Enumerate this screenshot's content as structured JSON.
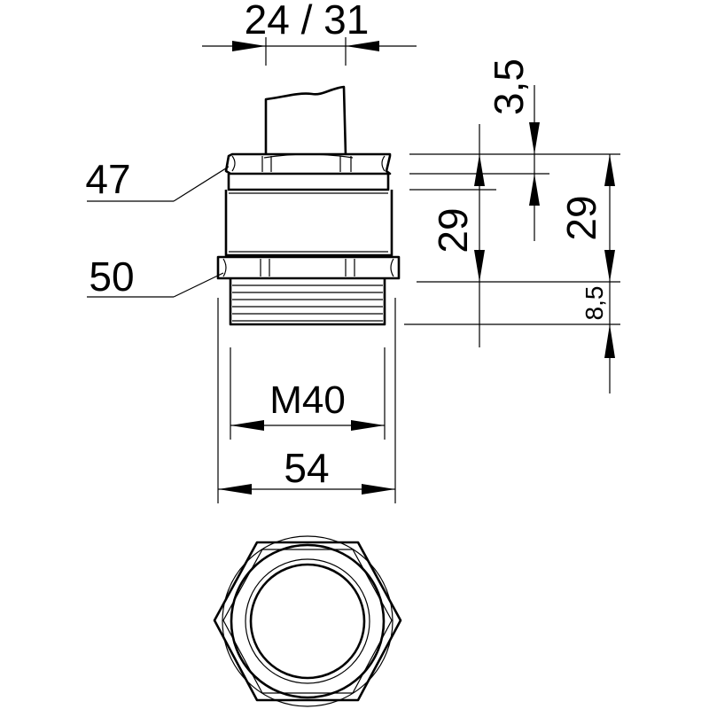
{
  "drawing": {
    "dimensions": {
      "clamping_range": "24 / 31",
      "top_height": "3,5",
      "seal_nut_wrench": "47",
      "body_wrench": "50",
      "body_height_inner": "29",
      "overall_height": "29",
      "thread_length": "8,5",
      "thread_size": "M40",
      "overall_width": "54"
    }
  }
}
